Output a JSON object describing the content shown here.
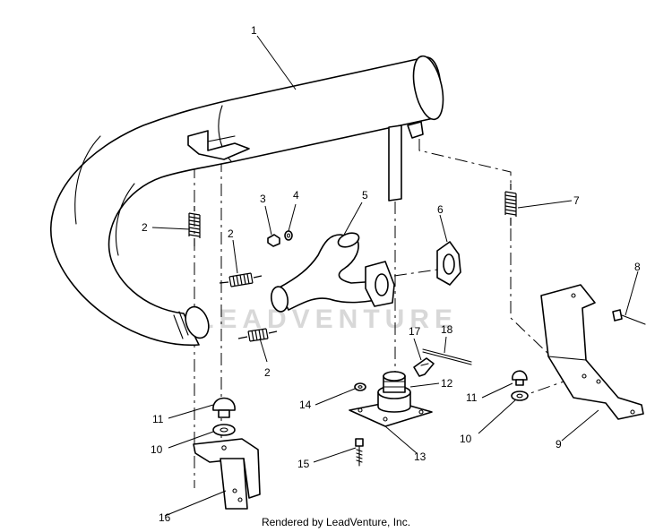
{
  "watermark": {
    "text": "LEADVENTURE"
  },
  "credit": "Rendered by LeadVenture, Inc.",
  "callouts": {
    "c1": "1",
    "c2a": "2",
    "c2b": "2",
    "c2c": "2",
    "c3": "3",
    "c4": "4",
    "c5": "5",
    "c6": "6",
    "c7": "7",
    "c8": "8",
    "c9": "9",
    "c10a": "10",
    "c10b": "10",
    "c11a": "11",
    "c11b": "11",
    "c12": "12",
    "c13": "13",
    "c14": "14",
    "c15": "15",
    "c16": "16",
    "c17": "17",
    "c18": "18"
  }
}
